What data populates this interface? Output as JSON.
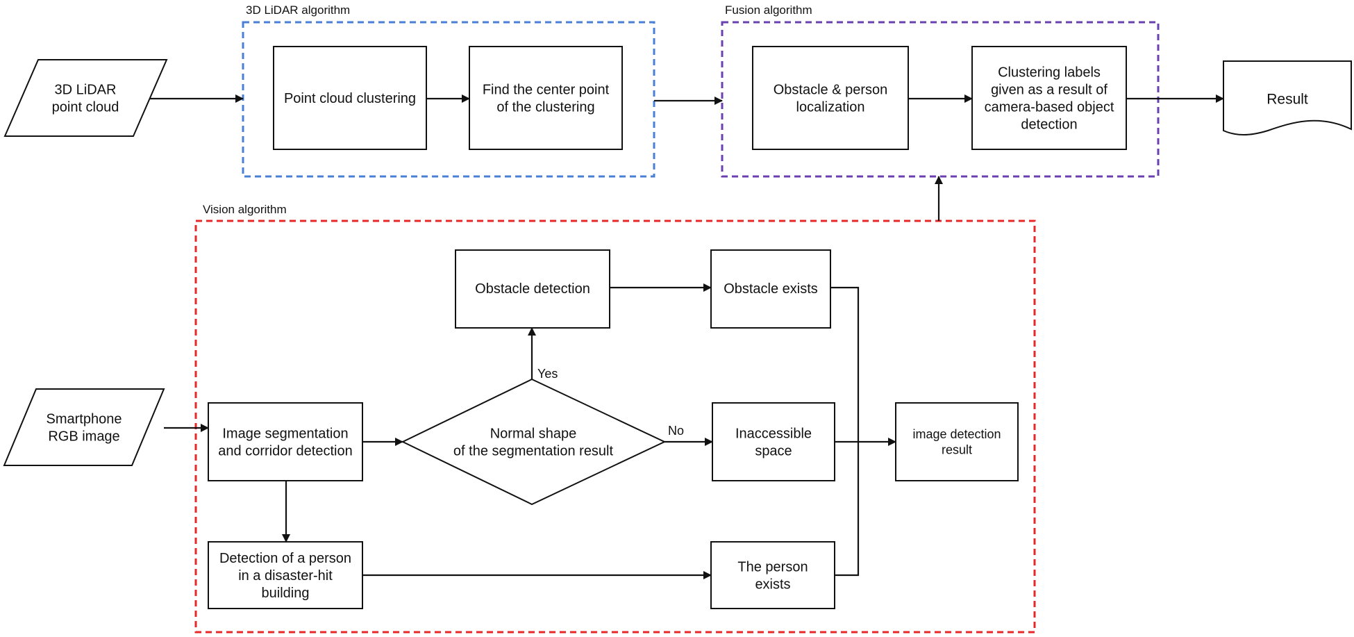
{
  "colors": {
    "lidar_group": "#4a7fd6",
    "fusion_group": "#6a3fb0",
    "vision_group": "#e62828",
    "ink": "#111111"
  },
  "groups": {
    "lidar": {
      "label": "3D LiDAR algorithm"
    },
    "fusion": {
      "label": "Fusion algorithm"
    },
    "vision": {
      "label": "Vision algorithm"
    }
  },
  "nodes": {
    "lidar_input": {
      "lines": [
        "3D LiDAR",
        "point cloud"
      ]
    },
    "point_cloud_clustering": {
      "lines": [
        "Point cloud clustering"
      ]
    },
    "find_center": {
      "lines": [
        "Find the center point",
        "of the clustering"
      ]
    },
    "localization": {
      "lines": [
        "Obstacle & person",
        "localization"
      ]
    },
    "clustering_labels": {
      "lines": [
        "Clustering labels",
        "given as a result of",
        "camera-based object",
        "detection"
      ]
    },
    "result": {
      "lines": [
        "Result"
      ]
    },
    "smartphone_input": {
      "lines": [
        "Smartphone",
        "RGB image"
      ]
    },
    "segmentation": {
      "lines": [
        "Image segmentation",
        "and corridor detection"
      ]
    },
    "normal_shape": {
      "lines": [
        "Normal shape",
        "of the segmentation result"
      ]
    },
    "obstacle_detection": {
      "lines": [
        "Obstacle detection"
      ]
    },
    "obstacle_exists": {
      "lines": [
        "Obstacle exists"
      ]
    },
    "inaccessible_space": {
      "lines": [
        "Inaccessible",
        "space"
      ]
    },
    "person_detection": {
      "lines": [
        "Detection of a person",
        "in a disaster-hit",
        "building"
      ]
    },
    "person_exists": {
      "lines": [
        "The person",
        "exists"
      ]
    },
    "image_detection_result": {
      "lines": [
        "image detection",
        "result"
      ]
    }
  },
  "edge_labels": {
    "yes": "Yes",
    "no": "No"
  }
}
